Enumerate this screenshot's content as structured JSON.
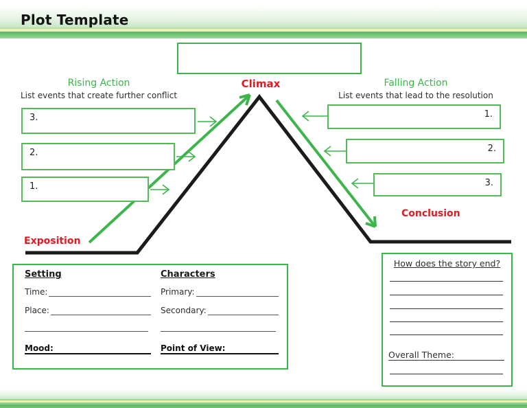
{
  "title": "Plot Template",
  "colors": {
    "green": "#3cb54a",
    "red": "#e01b24",
    "line_black": "#1b1b1b"
  },
  "diagram": {
    "climax_label": "Climax",
    "exposition_label": "Exposition",
    "conclusion_label": "Conclusion",
    "rising": {
      "heading": "Rising Action",
      "subheading": "List events that create further conflict",
      "boxes": [
        {
          "number": "3."
        },
        {
          "number": "2."
        },
        {
          "number": "1."
        }
      ]
    },
    "falling": {
      "heading": "Falling Action",
      "subheading": "List events that lead to the resolution",
      "boxes": [
        {
          "number": "1."
        },
        {
          "number": "2."
        },
        {
          "number": "3."
        }
      ]
    }
  },
  "setting_box": {
    "setting_heading": "Setting",
    "time_label": "Time:",
    "place_label": "Place:",
    "mood_label": "Mood:",
    "characters_heading": "Characters",
    "primary_label": "Primary:",
    "secondary_label": "Secondary:",
    "pov_label": "Point of View:"
  },
  "ending_box": {
    "heading": "How does the story end?",
    "theme_label": "Overall Theme:"
  }
}
